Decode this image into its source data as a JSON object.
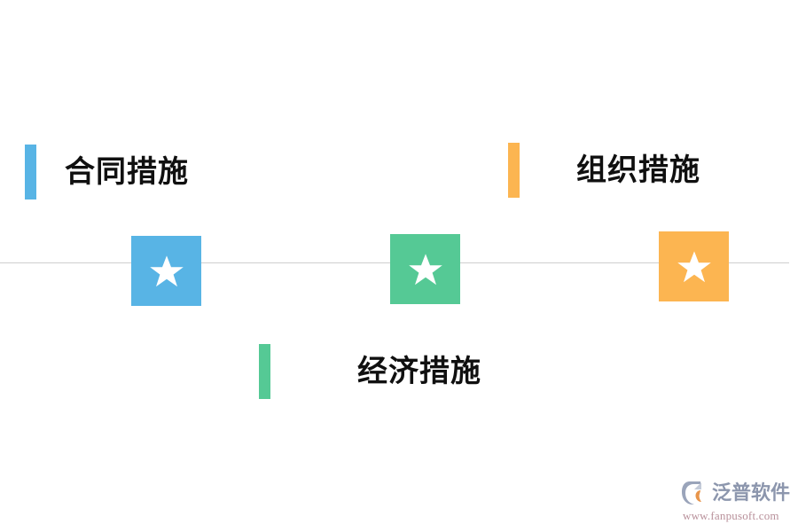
{
  "slide": {
    "background_color": "#ffffff",
    "axis": {
      "name": "timeline-axis",
      "color": "#cfcfcf"
    }
  },
  "colors": {
    "blue": "#58b4e5",
    "green": "#55c995",
    "orange": "#fcb551",
    "text": "#101010",
    "axis": "#cfcfcf",
    "logo_text": "#8c96ad",
    "logo_url": "#b8909a",
    "logo_accent": "#e8954b"
  },
  "milestones": [
    {
      "id": "contract",
      "label": "合同措施",
      "color": "#58b4e5",
      "icon": "star-icon",
      "label_position": "above-left"
    },
    {
      "id": "economic",
      "label": "经济措施",
      "color": "#55c995",
      "icon": "star-icon",
      "label_position": "below"
    },
    {
      "id": "organize",
      "label": "组织措施",
      "color": "#fcb551",
      "icon": "star-icon",
      "label_position": "above-right"
    }
  ],
  "brand": {
    "name": "泛普软件",
    "url": "www.fanpusoft.com",
    "mark": "fanpu-swoosh-logo"
  }
}
